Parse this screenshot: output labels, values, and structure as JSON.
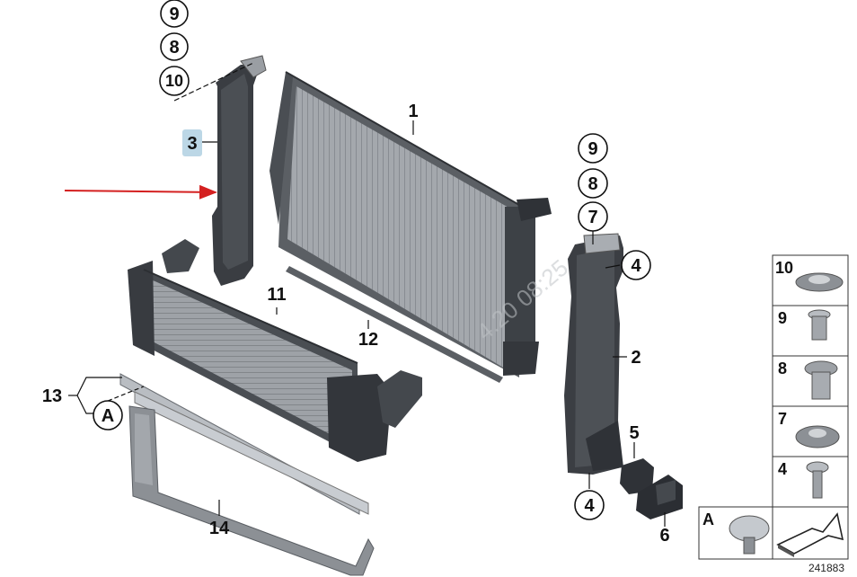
{
  "callouts": {
    "top_left_stack": [
      "9",
      "8",
      "10"
    ],
    "right_stack": [
      "9",
      "8",
      "7"
    ],
    "highlighted": "3",
    "radiator": "1",
    "guide_right": "2",
    "guide_right_top_screw": "4",
    "guide_right_bottom_screw": "4",
    "intercooler": "11",
    "seal": "12",
    "bracket_group": "13",
    "detail_ref": "A",
    "carrier": "14",
    "block_5": "5",
    "block_6": "6"
  },
  "legend": [
    "10",
    "9",
    "8",
    "7",
    "4"
  ],
  "legend_ref": "A",
  "document_number": "241883",
  "watermark": "4.20 08:25",
  "colors": {
    "highlight": "#bcd7e6",
    "arrow": "#d42020",
    "part_dark": "#3c3f44",
    "part_mid": "#6a6e74",
    "part_light": "#a9adb2"
  }
}
